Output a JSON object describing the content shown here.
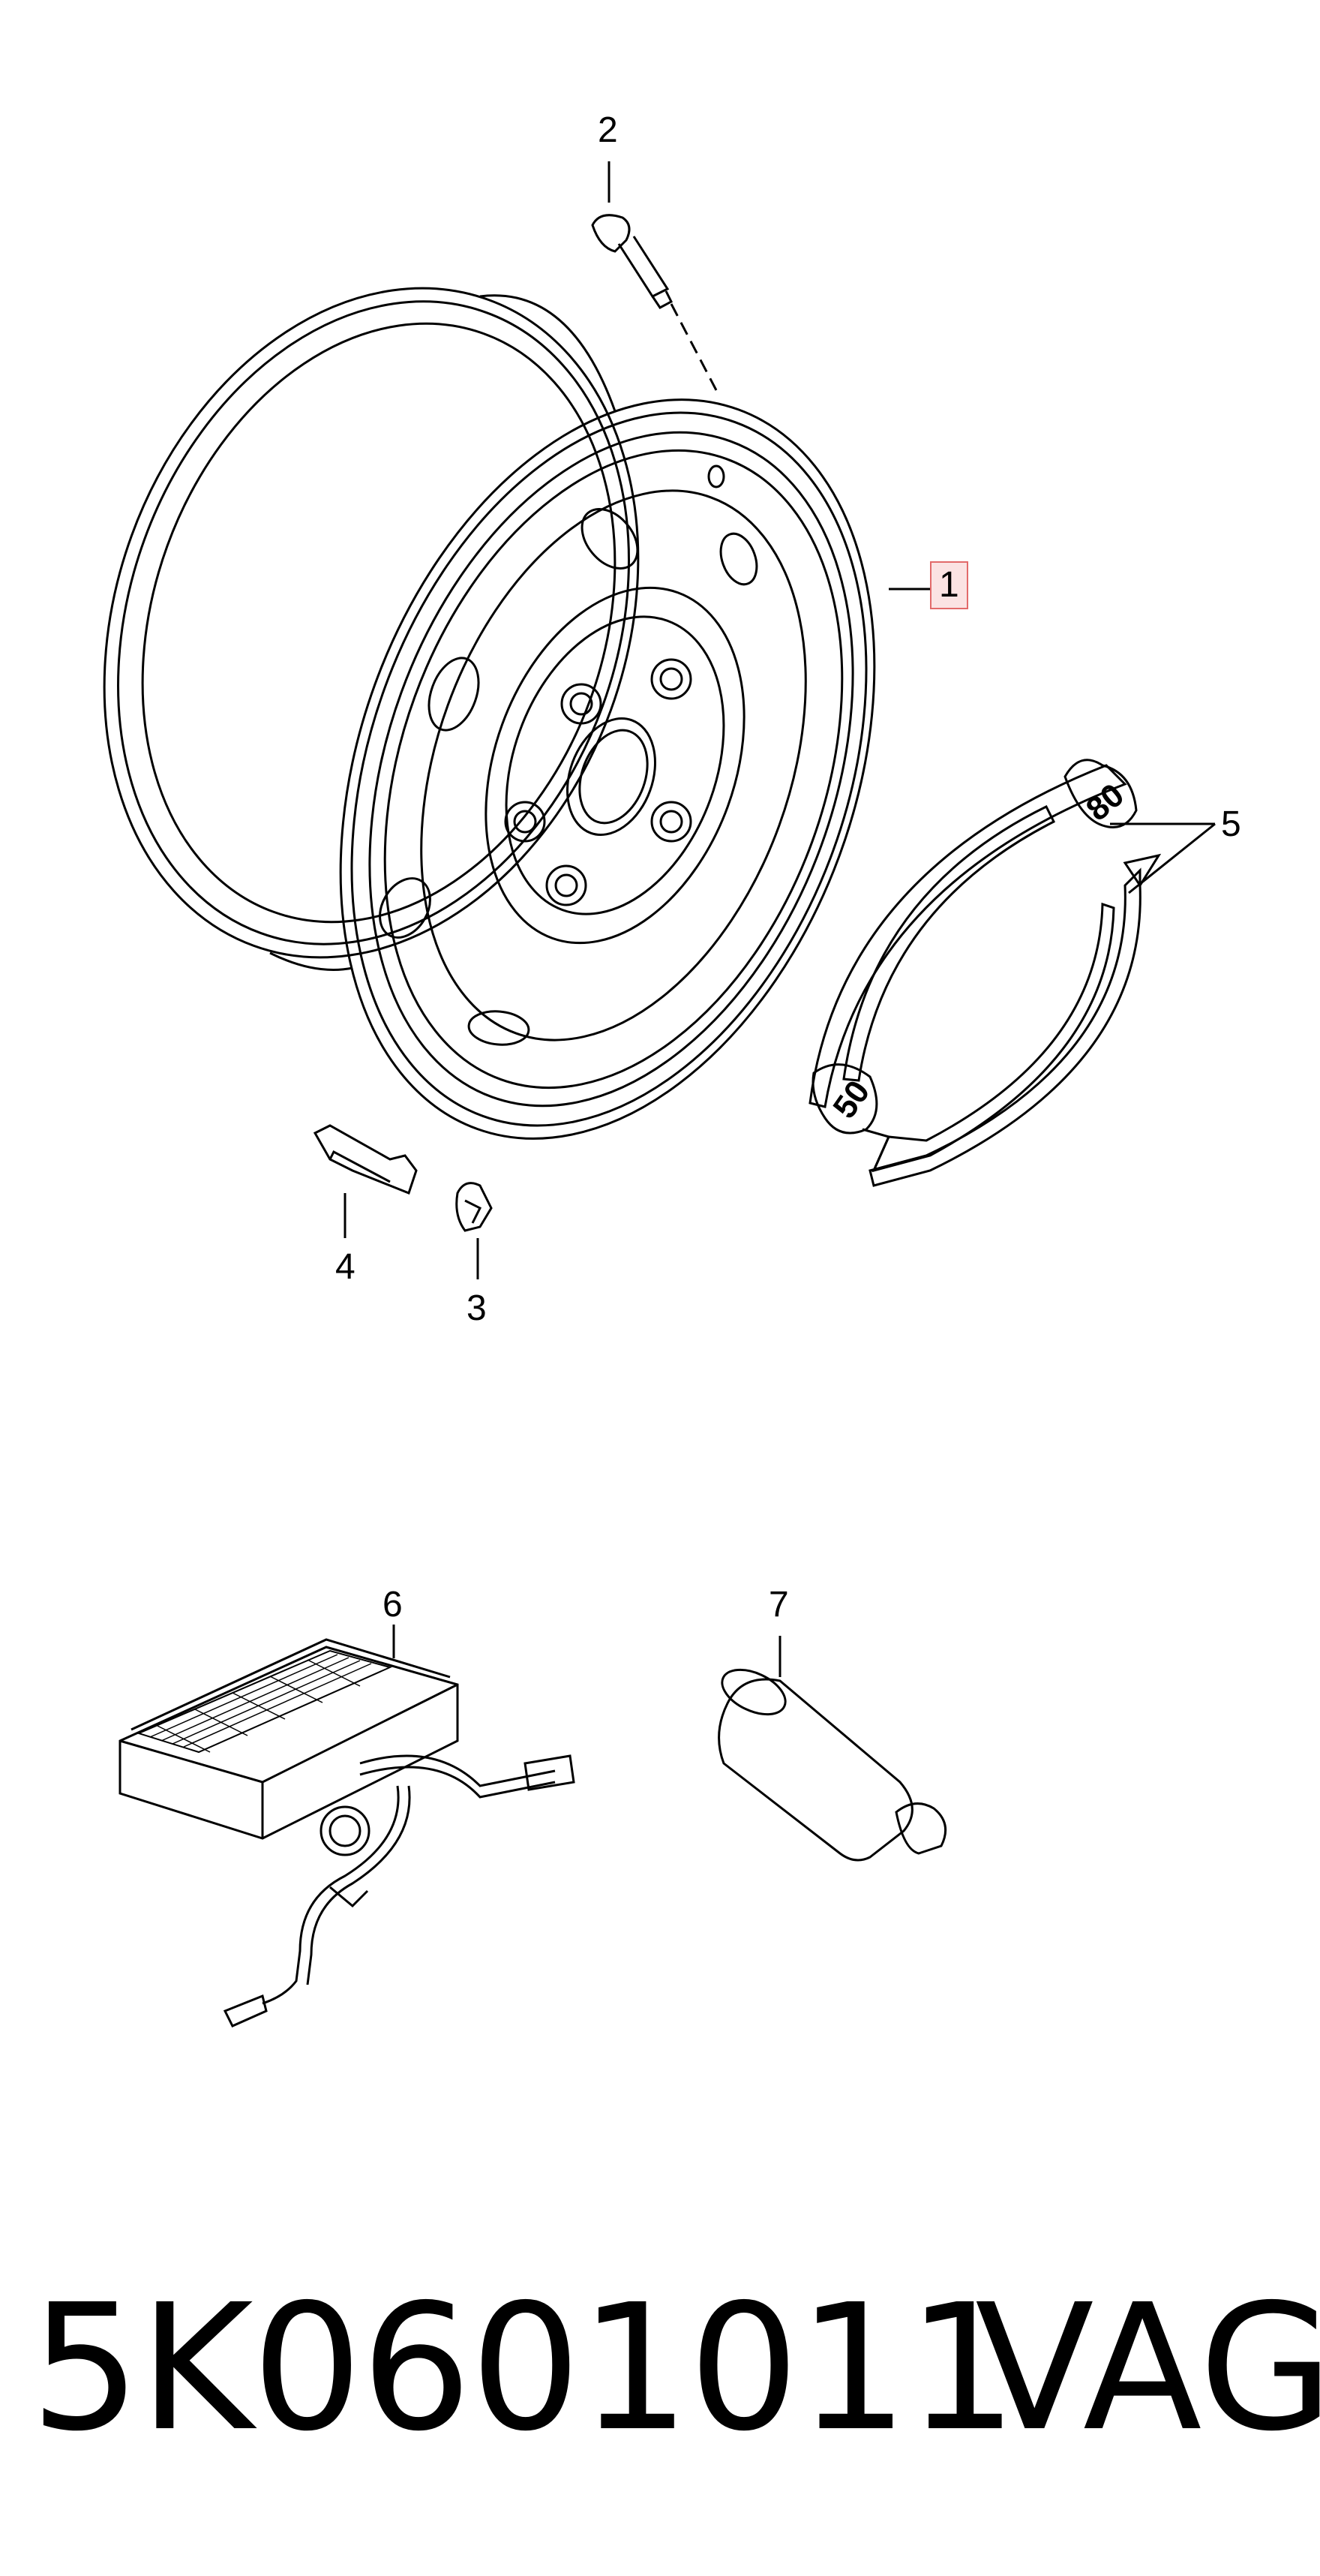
{
  "callouts": {
    "c1": "1",
    "c2": "2",
    "c3": "3",
    "c4": "4",
    "c5": "5",
    "c6": "6",
    "c7": "7"
  },
  "ring_labels": {
    "top": "80",
    "bottom": "50"
  },
  "footer": {
    "part_number": "5K0601011",
    "brand": "VAG"
  },
  "colors": {
    "line": "#000000",
    "highlight_fill": "#fbe3e3",
    "highlight_border": "#e26a6a"
  }
}
